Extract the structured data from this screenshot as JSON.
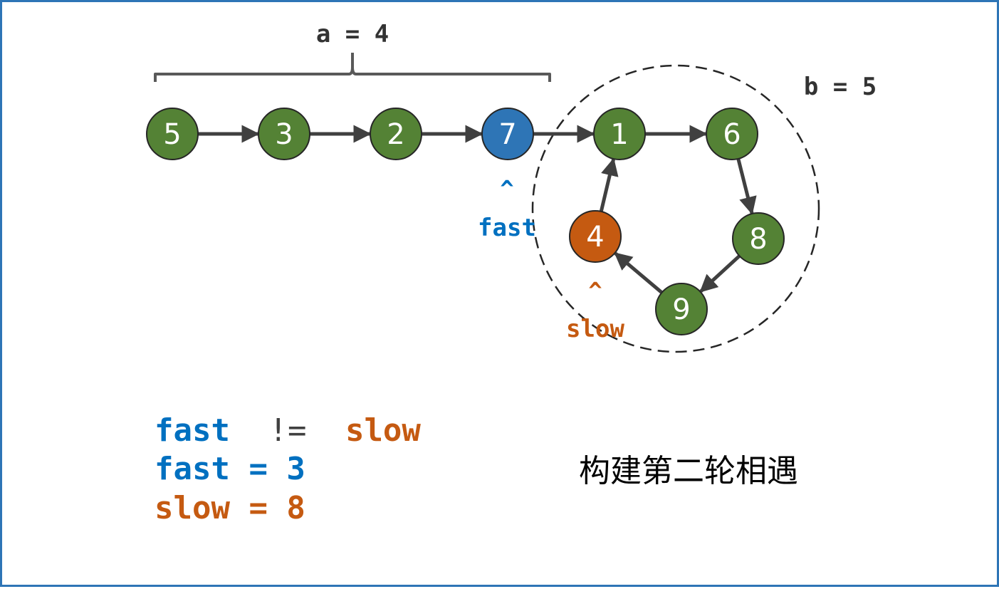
{
  "colors": {
    "node_default": "#548235",
    "node_fast": "#2e75b6",
    "node_slow": "#c55a11",
    "fast_text": "#0070c0",
    "slow_text": "#c55a11",
    "dark": "#404040",
    "text_dark": "#333333",
    "border": "#2e75b6"
  },
  "labels": {
    "a_label": "a = 4",
    "b_label": "b = 5",
    "fast_caret": "^",
    "fast_pointer": "fast",
    "slow_caret": "^",
    "slow_pointer": "slow",
    "caption": "构建第二轮相遇"
  },
  "status": {
    "line1_fast": "fast",
    "line1_op": "!=",
    "line1_slow": "slow",
    "line2": "fast = 3",
    "line3": "slow = 8"
  },
  "nodes": [
    {
      "id": "n5",
      "value": "5",
      "role": "default"
    },
    {
      "id": "n3",
      "value": "3",
      "role": "default"
    },
    {
      "id": "n2",
      "value": "2",
      "role": "default"
    },
    {
      "id": "n7",
      "value": "7",
      "role": "fast"
    },
    {
      "id": "n1",
      "value": "1",
      "role": "default"
    },
    {
      "id": "n6",
      "value": "6",
      "role": "default"
    },
    {
      "id": "n8",
      "value": "8",
      "role": "default"
    },
    {
      "id": "n9",
      "value": "9",
      "role": "default"
    },
    {
      "id": "n4",
      "value": "4",
      "role": "slow"
    }
  ],
  "edges": [
    {
      "from": "n5",
      "to": "n3"
    },
    {
      "from": "n3",
      "to": "n2"
    },
    {
      "from": "n2",
      "to": "n7"
    },
    {
      "from": "n7",
      "to": "n1"
    },
    {
      "from": "n1",
      "to": "n6"
    },
    {
      "from": "n6",
      "to": "n8"
    },
    {
      "from": "n8",
      "to": "n9"
    },
    {
      "from": "n9",
      "to": "n4"
    },
    {
      "from": "n4",
      "to": "n1"
    }
  ]
}
